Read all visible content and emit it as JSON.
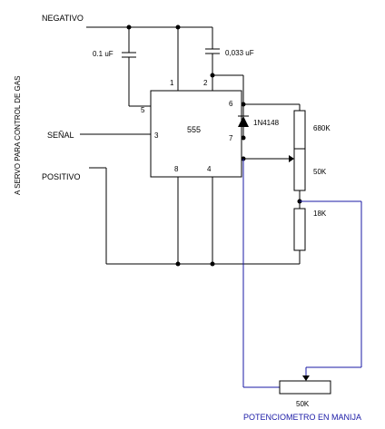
{
  "diagram": {
    "side_label": "A SERVO PARA CONTROL DE GAS",
    "inputs": {
      "negativo": "NEGATIVO",
      "senal": "SEÑAL",
      "positivo": "POSITIVO"
    },
    "capacitors": {
      "c1": "0.1 uF",
      "c2": "0,033 uF"
    },
    "ic": {
      "name": "555",
      "pins": {
        "p1": "1",
        "p2": "2",
        "p3": "3",
        "p4": "4",
        "p5": "5",
        "p6": "6",
        "p7": "7",
        "p8": "8"
      }
    },
    "diode": "1N4148",
    "resistors": {
      "r1": "680K",
      "pot1": "50K",
      "r2": "18K",
      "pot2": "50K"
    },
    "pot_caption": "POTENCIOMETRO EN MANIJA",
    "colors": {
      "wire": "#000000",
      "external_wire": "#1a1aa6"
    }
  }
}
